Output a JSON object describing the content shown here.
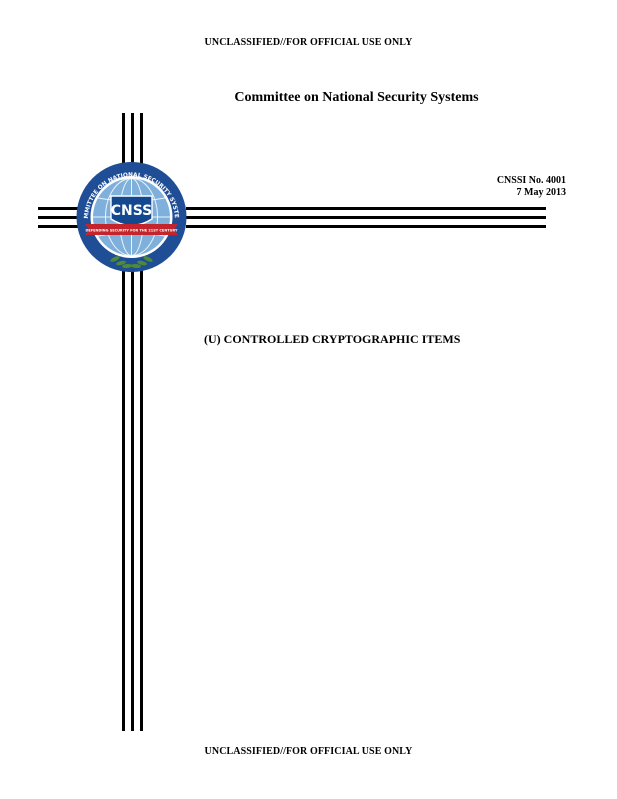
{
  "header": {
    "classification_top": "UNCLASSIFIED//FOR OFFICIAL USE ONLY",
    "committee": "Committee on National Security Systems"
  },
  "document": {
    "number": "CNSSI No. 4001",
    "date": "7 May 2013",
    "subject": "(U) CONTROLLED CRYPTOGRAPHIC ITEMS"
  },
  "seal": {
    "acronym": "CNSS",
    "ring_text": "COMMITTEE ON NATIONAL SECURITY SYSTEMS",
    "banner_text": "DEFENDING SECURITY FOR THE 21ST CENTURY",
    "colors": {
      "ring": "#1f4e96",
      "globe": "#7fb0dc",
      "banner": "#c4242b",
      "shield": "#14488f",
      "laurel": "#4f8a3a"
    }
  },
  "footer": {
    "classification_bottom": "UNCLASSIFIED//FOR OFFICIAL USE ONLY"
  }
}
